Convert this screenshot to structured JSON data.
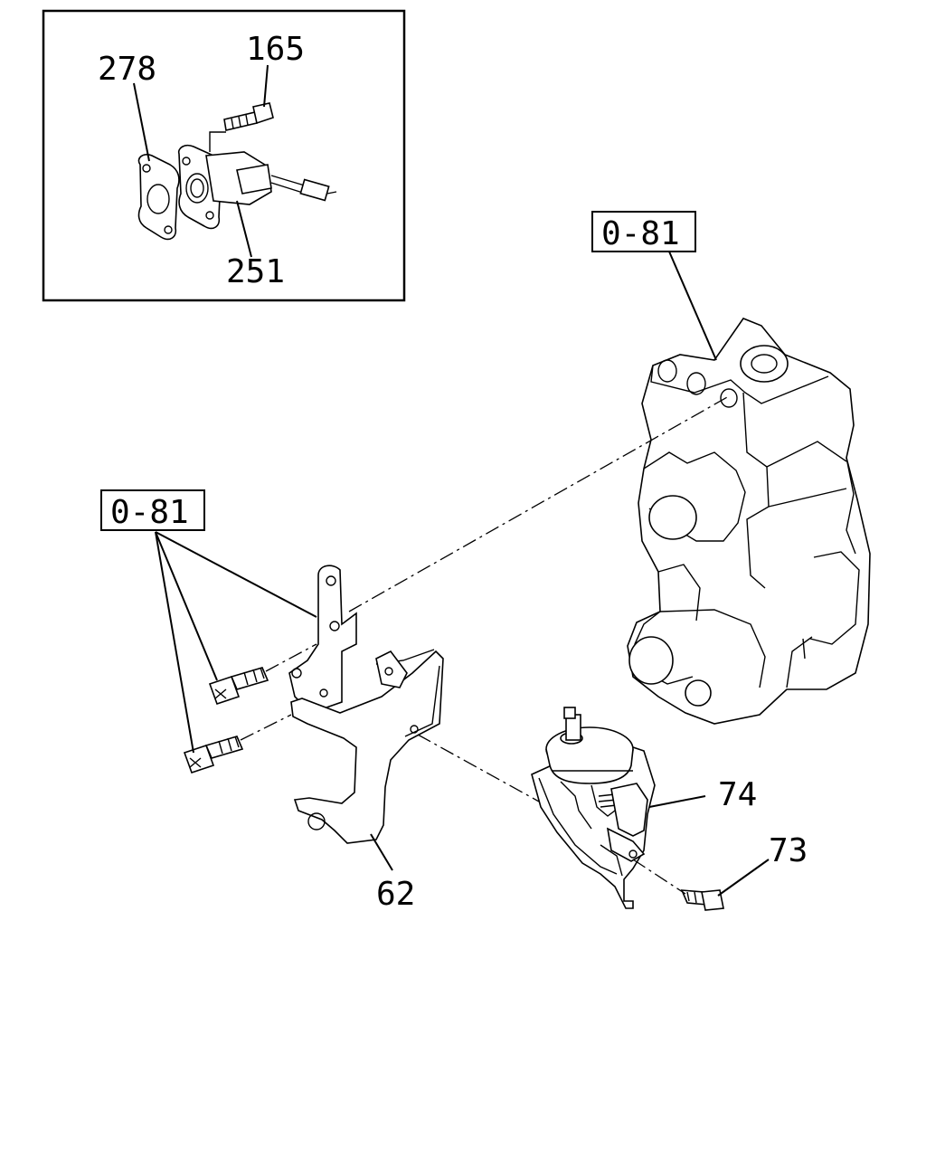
{
  "inset": {
    "labels": {
      "gasket": "278",
      "bolt": "165",
      "sensor": "251"
    }
  },
  "references": {
    "pump_ref": "0-81",
    "bolts_ref": "0-81"
  },
  "labels": {
    "bracket": "62",
    "actuator": "74",
    "screw": "73"
  }
}
